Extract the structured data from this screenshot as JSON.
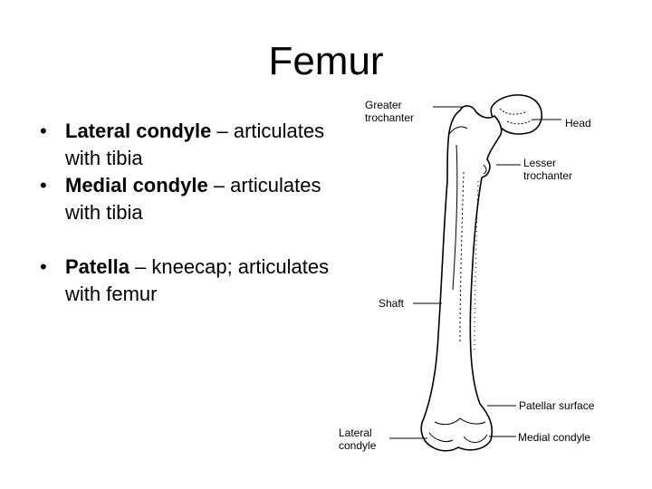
{
  "slide": {
    "title": "Femur",
    "bullets": [
      {
        "marker": "•",
        "term": "Lateral condyle",
        "rest": " – articulates with tibia"
      },
      {
        "marker": "•",
        "term": "Medial condyle",
        "rest": " – articulates with tibia"
      },
      {
        "marker": "•",
        "term": "Patella",
        "rest": " – kneecap; articulates with femur"
      }
    ]
  },
  "figure": {
    "labels": {
      "greater_trochanter_1": "Greater",
      "greater_trochanter_2": "trochanter",
      "head": "Head",
      "lesser_trochanter_1": "Lesser",
      "lesser_trochanter_2": "trochanter",
      "shaft": "Shaft",
      "patellar_surface": "Patellar surface",
      "lateral_condyle_1": "Lateral",
      "lateral_condyle_2": "condyle",
      "medial_condyle": "Medial condyle"
    }
  }
}
